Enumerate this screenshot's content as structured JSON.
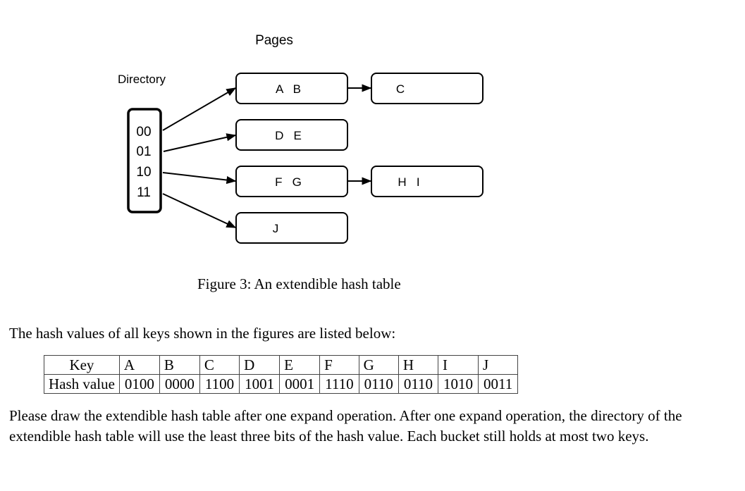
{
  "figure": {
    "pages_label": "Pages",
    "directory_label": "Directory",
    "directory_entries": [
      "00",
      "01",
      "10",
      "11"
    ],
    "buckets": [
      {
        "id": "bucket-ab",
        "keys": "A   B"
      },
      {
        "id": "bucket-de",
        "keys": "D   E"
      },
      {
        "id": "bucket-fg",
        "keys": "F   G"
      },
      {
        "id": "bucket-j",
        "keys": "J"
      }
    ],
    "overflow_buckets": [
      {
        "id": "overflow-c",
        "keys": "C",
        "chained_from": "bucket-ab"
      },
      {
        "id": "overflow-hi",
        "keys": "H   I",
        "chained_from": "bucket-fg"
      }
    ],
    "pointers": [
      {
        "from": "00",
        "to": "bucket-ab"
      },
      {
        "from": "01",
        "to": "bucket-de"
      },
      {
        "from": "10",
        "to": "bucket-fg"
      },
      {
        "from": "11",
        "to": "bucket-j"
      }
    ],
    "caption": "Figure 3: An extendible hash table"
  },
  "intro_text": "The hash values of all keys shown in the figures are listed below:",
  "hash_table": {
    "row_headers": [
      "Key",
      "Hash value"
    ],
    "keys": [
      "A",
      "B",
      "C",
      "D",
      "E",
      "F",
      "G",
      "H",
      "I",
      "J"
    ],
    "hash_values": [
      "0100",
      "0000",
      "1100",
      "1001",
      "0001",
      "1110",
      "0110",
      "0110",
      "1010",
      "0011"
    ]
  },
  "question_text": "Please draw the extendible hash table after one expand operation.  After one expand operation, the directory of the extendible hash table will use the least three bits of the hash value. Each bucket still holds at most two keys."
}
